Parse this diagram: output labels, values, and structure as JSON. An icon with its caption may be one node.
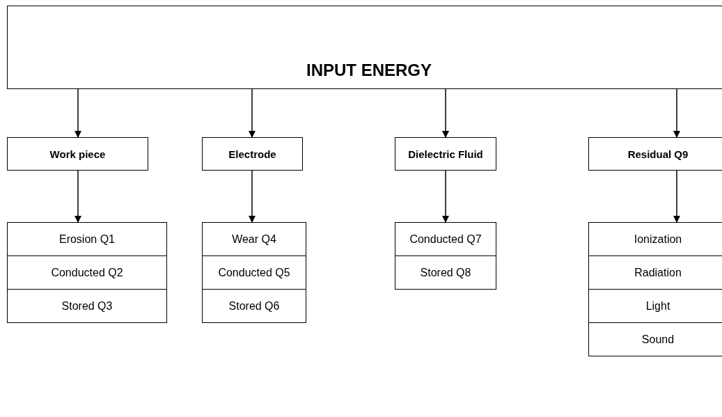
{
  "diagram": {
    "nodes": [
      {
        "text": [
          "INPUT ENERGY"
        ]
      },
      {
        "text": [
          "Work piece"
        ]
      },
      {
        "text": [
          "Electrode"
        ]
      },
      {
        "text": [
          "Dielectric Fluid"
        ]
      },
      {
        "text": [
          "Residual Q9"
        ]
      },
      {
        "text": [
          "Erosion Q1"
        ]
      },
      {
        "text": [
          "Conducted Q2"
        ]
      },
      {
        "text": [
          "Stored Q3"
        ]
      },
      {
        "text": [
          "Wear Q4"
        ]
      },
      {
        "text": [
          "Conducted Q5"
        ]
      },
      {
        "text": [
          "Stored Q6"
        ]
      },
      {
        "text": [
          "Conducted Q7"
        ]
      },
      {
        "text": [
          "Stored Q8"
        ]
      },
      {
        "text": [
          "Ionization"
        ]
      },
      {
        "text": [
          "Radiation"
        ]
      },
      {
        "text": [
          "Light"
        ]
      },
      {
        "text": [
          "Sound"
        ]
      }
    ],
    "edges": [
      {
        "from": 0,
        "to": 1,
        "arrow": "to"
      },
      {
        "from": 0,
        "to": 2,
        "arrow": "to"
      },
      {
        "from": 0,
        "to": 3,
        "arrow": "to"
      },
      {
        "from": 0,
        "to": 4,
        "arrow": "to"
      },
      {
        "from": 1,
        "to": 5,
        "arrow": "to"
      },
      {
        "from": 2,
        "to": 8,
        "arrow": "to"
      },
      {
        "from": 3,
        "to": 11,
        "arrow": "to"
      },
      {
        "from": 4,
        "to": 13,
        "arrow": "to"
      }
    ]
  }
}
